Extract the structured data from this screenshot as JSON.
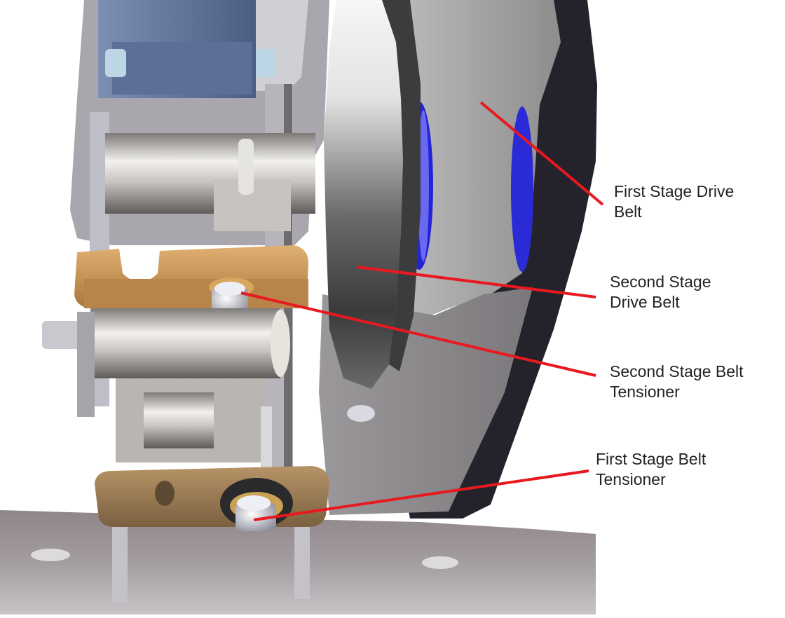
{
  "colors": {
    "callout_line": "#e8191f",
    "belt_blue": "#2323d8",
    "bracket_bronze": "#c4924a",
    "frame_gray": "#9a9499",
    "dark_belt": "#24232b"
  },
  "callouts": [
    {
      "id": "first-stage-drive-belt",
      "lines": [
        "First Stage Drive",
        "Belt"
      ]
    },
    {
      "id": "second-stage-drive-belt",
      "lines": [
        "Second Stage",
        "Drive Belt"
      ]
    },
    {
      "id": "second-stage-belt-tensioner",
      "lines": [
        "Second Stage Belt",
        "Tensioner"
      ]
    },
    {
      "id": "first-stage-belt-tensioner",
      "lines": [
        "First Stage Belt",
        "Tensioner"
      ]
    }
  ]
}
